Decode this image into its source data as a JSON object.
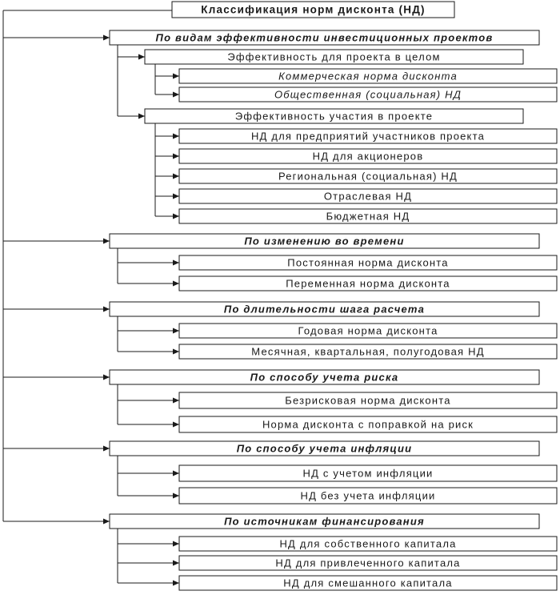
{
  "title": "Классификация норм дисконта (НД)",
  "categories": [
    {
      "label": "По видам эффективности инвестиционных проектов",
      "groups": [
        {
          "label": "Эффективность для проекта в целом",
          "items": [
            "Коммерческая норма дисконта",
            "Общественная (социальная) НД"
          ]
        },
        {
          "label": "Эффективность участия в проекте",
          "items": [
            "НД для предприятий участников проекта",
            "НД для акционеров",
            "Региональная (социальная) НД",
            "Отраслевая НД",
            "Бюджетная НД"
          ]
        }
      ]
    },
    {
      "label": "По изменению во времени",
      "items": [
        "Постоянная норма дисконта",
        "Переменная норма дисконта"
      ]
    },
    {
      "label": "По длительности шага расчета",
      "items": [
        "Годовая норма дисконта",
        "Месячная, квартальная, полугодовая НД"
      ]
    },
    {
      "label": "По способу учета риска",
      "items": [
        "Безрисковая норма дисконта",
        "Норма дисконта с поправкой на риск"
      ]
    },
    {
      "label": "По способу учета инфляции",
      "items": [
        "НД с учетом инфляции",
        "НД без учета инфляции"
      ]
    },
    {
      "label": "По источникам финансирования",
      "items": [
        "НД для собственного капитала",
        "НД для привлеченного капитала",
        "НД для смешанного капитала"
      ]
    }
  ]
}
